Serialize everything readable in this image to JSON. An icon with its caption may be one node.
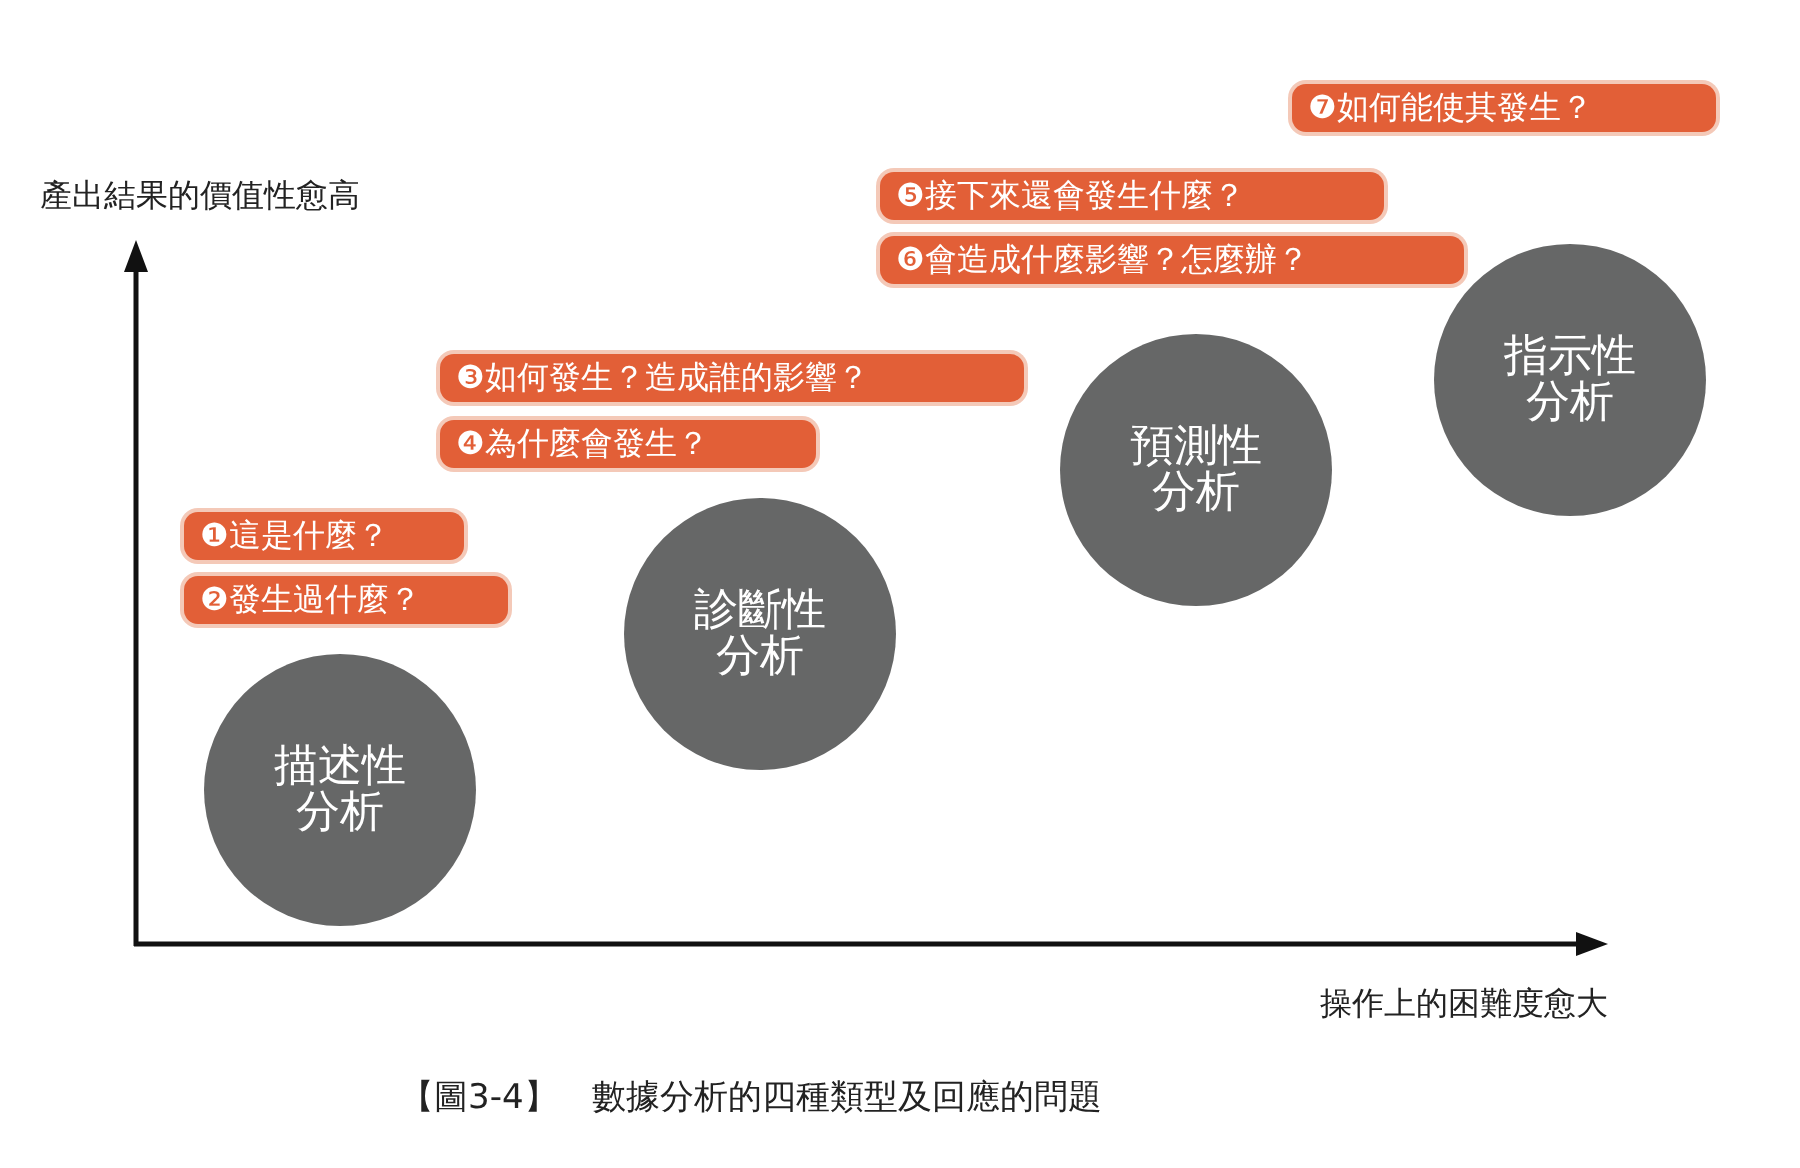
{
  "diagram": {
    "caption": "【圖3-4】　數據分析的四種類型及回應的問題",
    "nodes": [
      {
        "text": [
          "描述性分析"
        ]
      },
      {
        "text": [
          "❶這是什麼？"
        ]
      },
      {
        "text": [
          "❷發生過什麼？"
        ]
      },
      {
        "text": [
          "診斷性分析"
        ]
      },
      {
        "text": [
          "❸如何發生？造成誰的影響？"
        ]
      },
      {
        "text": [
          "❹為什麼會發生？"
        ]
      },
      {
        "text": [
          "預測性分析"
        ]
      },
      {
        "text": [
          "❺接下來還會發生什麼？"
        ]
      },
      {
        "text": [
          "❻會造成什麼影響？怎麼辦？"
        ]
      },
      {
        "text": [
          "指示性分析"
        ]
      },
      {
        "text": [
          "❼如何能使其發生？"
        ]
      }
    ],
    "labels": [
      "產出結果的價值性愈高",
      "操作上的困難度愈大"
    ]
  }
}
